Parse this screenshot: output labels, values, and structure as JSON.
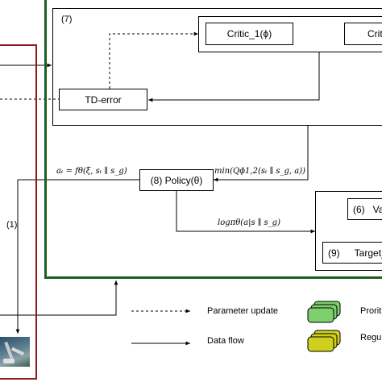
{
  "frames": {
    "main_color": "#1b5e20",
    "left_color": "#8b1a1a"
  },
  "labels": {
    "section_7": "(7)",
    "critic_1": "Critic_1(ϕ)",
    "critic_2": "Critic",
    "td_error": "TD-error",
    "policy": "(8)  Policy(θ)",
    "value_num": "(6)",
    "value": "Va",
    "target_num": "(9)",
    "target": "Target_",
    "arrow_1": "(1)"
  },
  "math": {
    "action": "aₜ = fθ(ξ, sₜ ∥ s_g)",
    "min_q": "min(Qϕ1,2(sₜ ∥ s_g, a))",
    "log_pi": "logπθ(a|s ∥ s_g)"
  },
  "legend": {
    "parameter_update": "Parameter update",
    "data_flow": "Data flow",
    "priority": "Prorit",
    "regular": "Regu",
    "green_color": "#7ccf6a",
    "yellow_color": "#cfcf1e"
  }
}
